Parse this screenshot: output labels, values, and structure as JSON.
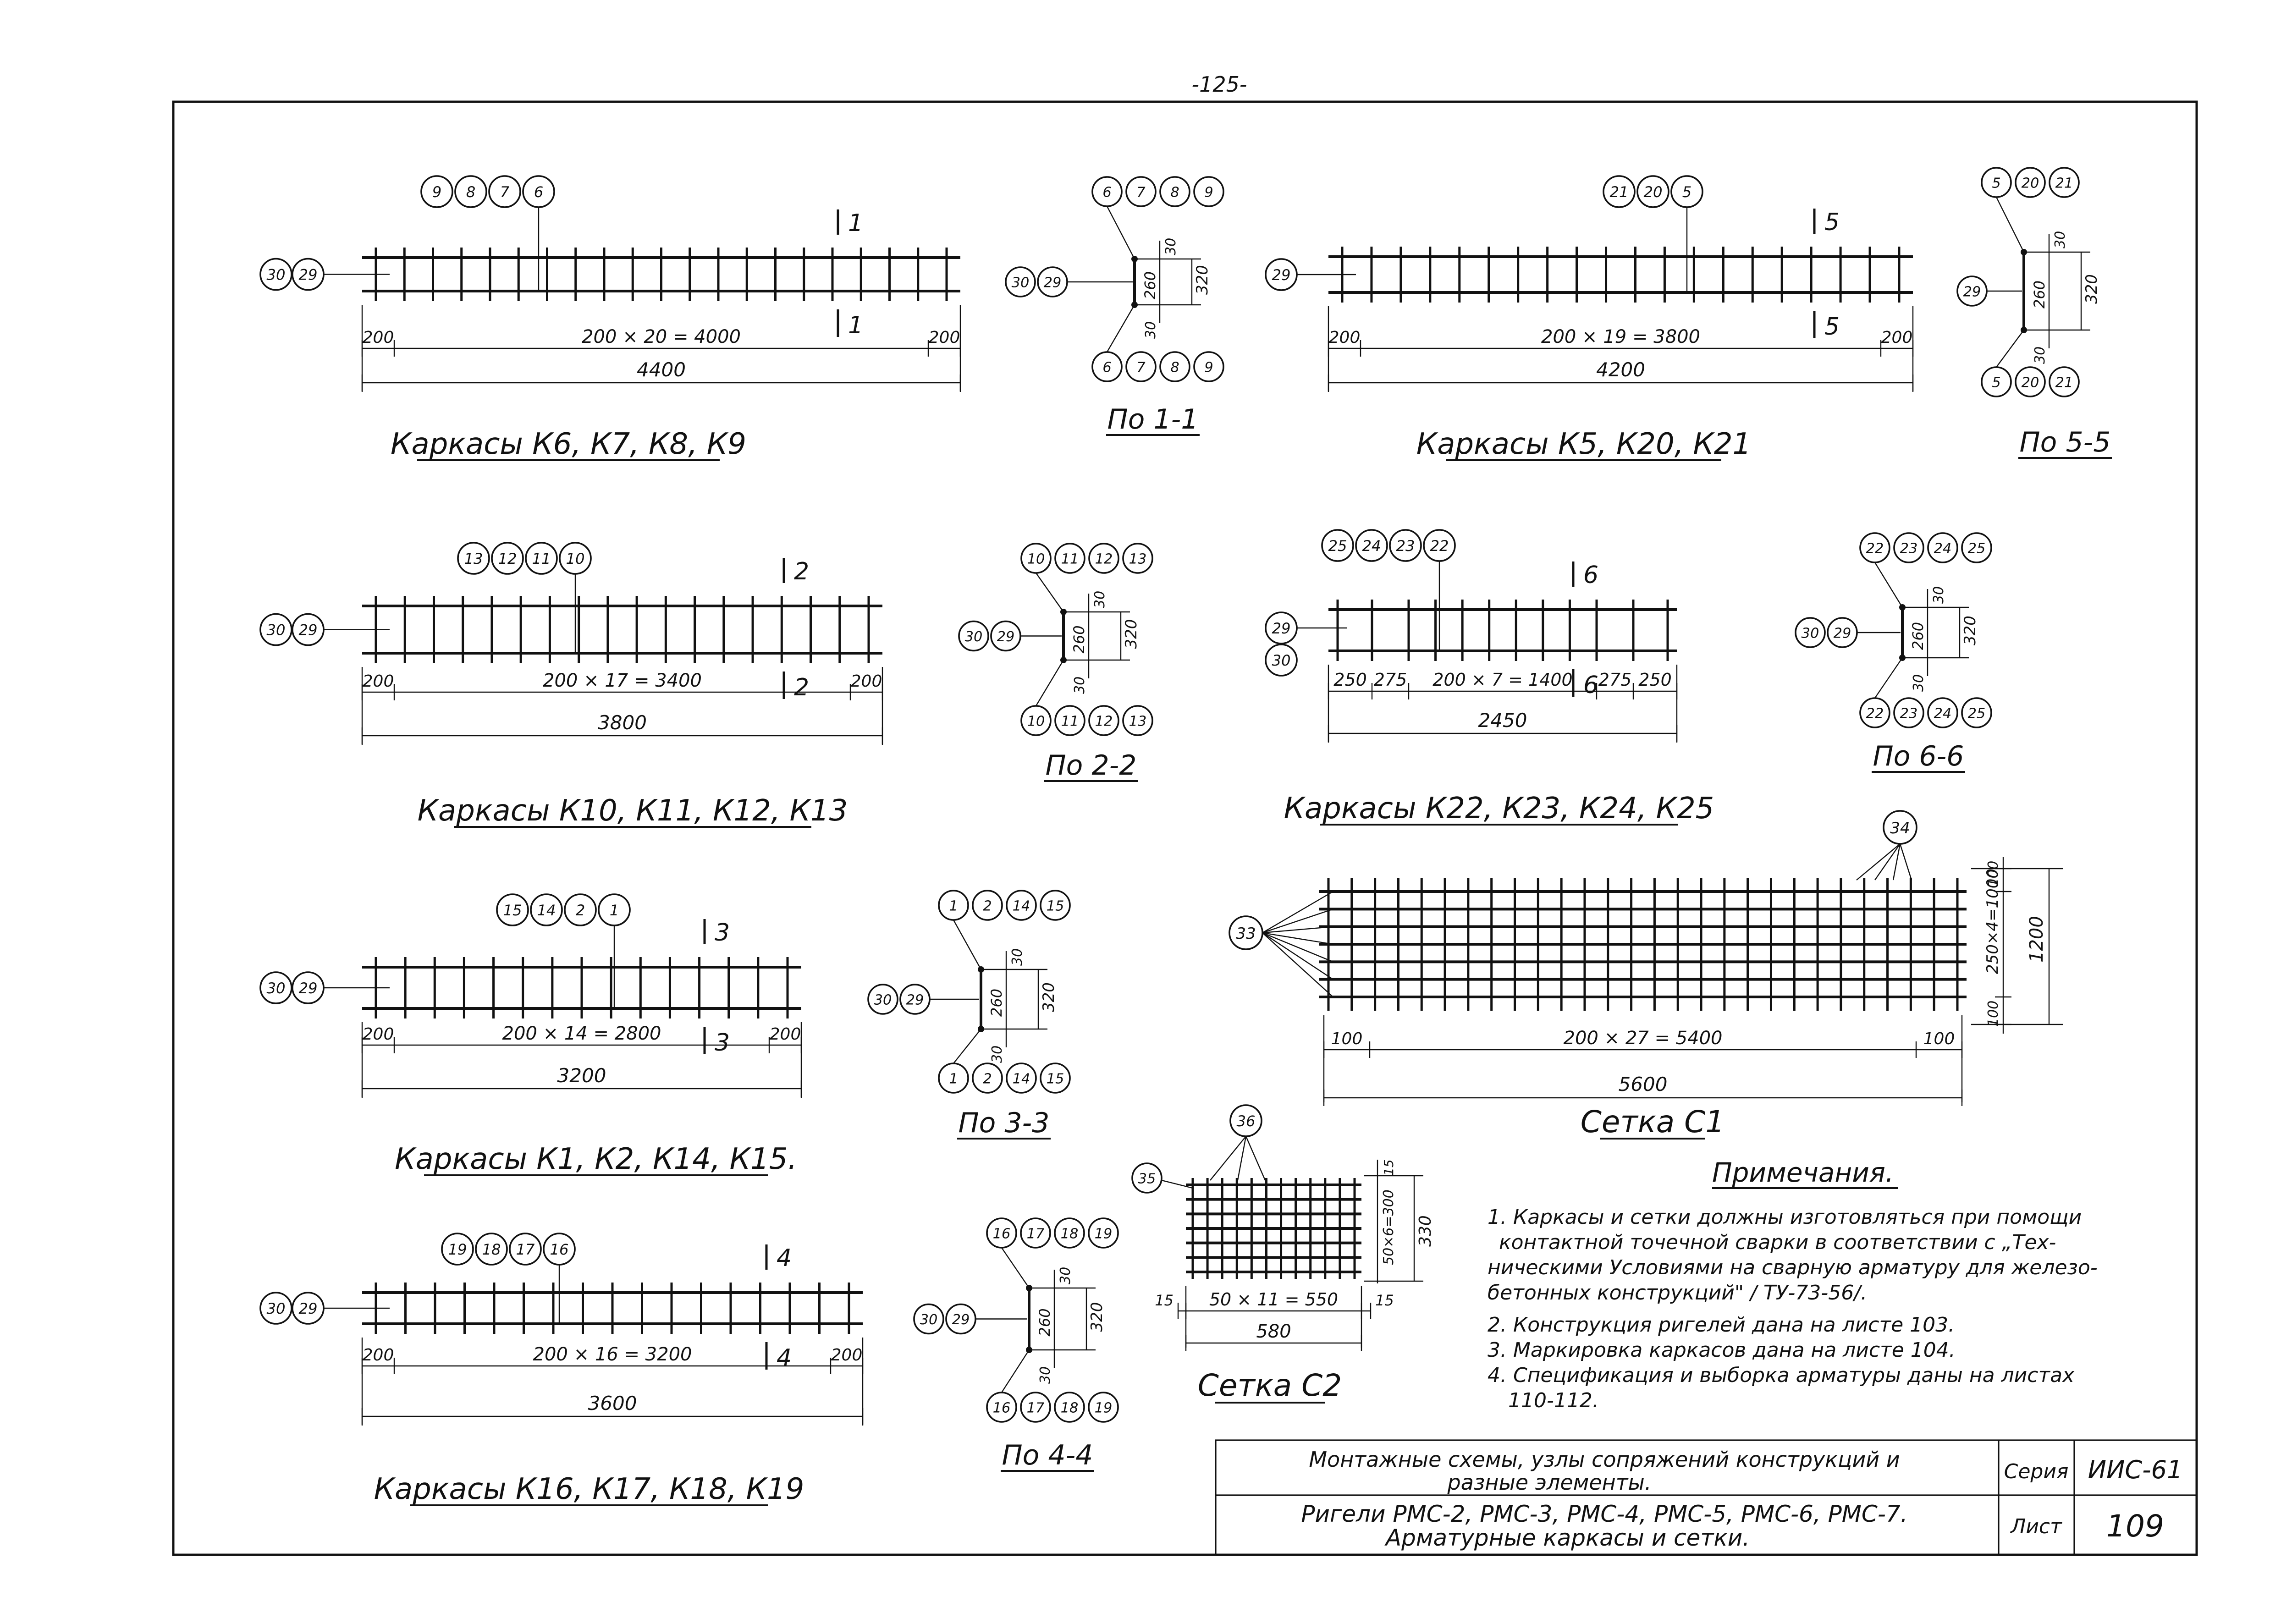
{
  "page_number": "-125-",
  "frames": [
    {
      "id": "k6",
      "left": "30",
      "leftb": "29",
      "top": [
        "9",
        "8",
        "7",
        "6"
      ],
      "sec": "1",
      "end1": "200",
      "mid": "200 × 20 = 4000",
      "end2": "200",
      "total": "4400",
      "caption": "Каркасы К6, К7, К8, К9"
    },
    {
      "id": "k10",
      "left": "30",
      "leftb": "29",
      "top": [
        "13",
        "12",
        "11",
        "10"
      ],
      "sec": "2",
      "end1": "200",
      "mid": "200 × 17 = 3400",
      "end2": "200",
      "total": "3800",
      "caption": "Каркасы К10, К11, К12, К13"
    },
    {
      "id": "k1",
      "left": "30",
      "leftb": "29",
      "top": [
        "15",
        "14",
        "2",
        "1"
      ],
      "sec": "3",
      "end1": "200",
      "mid": "200 × 14 = 2800",
      "end2": "200",
      "total": "3200",
      "caption": "Каркасы К1, К2, К14, К15."
    },
    {
      "id": "k16",
      "left": "30",
      "leftb": "29",
      "top": [
        "19",
        "18",
        "17",
        "16"
      ],
      "sec": "4",
      "end1": "200",
      "mid": "200 × 16 = 3200",
      "end2": "200",
      "total": "3600",
      "caption": "Каркасы К16, К17, К18, К19"
    },
    {
      "id": "k5",
      "left": "29",
      "top": [
        "21",
        "20",
        "5"
      ],
      "sec": "5",
      "end1": "200",
      "mid": "200 × 19 = 3800",
      "end2": "200",
      "total": "4200",
      "caption": "Каркасы К5, К20, К21"
    },
    {
      "id": "k22",
      "left": "29",
      "leftb": "30",
      "top": [
        "25",
        "24",
        "23",
        "22"
      ],
      "sec": "6",
      "d1": "250",
      "d2": "275",
      "mid": "200 × 7 = 1400",
      "d3": "275",
      "d4": "250",
      "total": "2450",
      "caption": "Каркасы К22, К23, К24, К25"
    }
  ],
  "sections": [
    {
      "id": "s1",
      "top": [
        "6",
        "7",
        "8",
        "9"
      ],
      "bottom": [
        "6",
        "7",
        "8",
        "9"
      ],
      "left": [
        "30",
        "29"
      ],
      "d30a": "30",
      "d260": "260",
      "d30b": "30",
      "d320": "320",
      "caption": "По 1-1"
    },
    {
      "id": "s2",
      "top": [
        "10",
        "11",
        "12",
        "13"
      ],
      "bottom": [
        "10",
        "11",
        "12",
        "13"
      ],
      "left": [
        "30",
        "29"
      ],
      "d30a": "30",
      "d260": "260",
      "d30b": "30",
      "d320": "320",
      "caption": "По 2-2"
    },
    {
      "id": "s3",
      "top": [
        "1",
        "2",
        "14",
        "15"
      ],
      "bottom": [
        "1",
        "2",
        "14",
        "15"
      ],
      "left": [
        "30",
        "29"
      ],
      "d30a": "30",
      "d260": "260",
      "d30b": "30",
      "d320": "320",
      "caption": "По 3-3"
    },
    {
      "id": "s4",
      "top": [
        "16",
        "17",
        "18",
        "19"
      ],
      "bottom": [
        "16",
        "17",
        "18",
        "19"
      ],
      "left": [
        "30",
        "29"
      ],
      "d30a": "30",
      "d260": "260",
      "d30b": "30",
      "d320": "320",
      "caption": "По 4-4"
    },
    {
      "id": "s5",
      "top": [
        "5",
        "20",
        "21"
      ],
      "bottom": [
        "5",
        "20",
        "21"
      ],
      "left": [
        "29"
      ],
      "d30a": "30",
      "d260": "260",
      "d30b": "30",
      "d320": "320",
      "caption": "По 5-5"
    },
    {
      "id": "s6",
      "top": [
        "22",
        "23",
        "24",
        "25"
      ],
      "bottom": [
        "22",
        "23",
        "24",
        "25"
      ],
      "left": [
        "30",
        "29"
      ],
      "d30a": "30",
      "d260": "260",
      "d30b": "30",
      "d320": "320",
      "caption": "По 6-6"
    }
  ],
  "mesh_c1": {
    "bar_long": "33",
    "bar_cross": "34",
    "end1": "100",
    "mid": "200 × 27 = 5400",
    "end2": "100",
    "total": "5600",
    "v1": "100",
    "vmid": "250×4=1000",
    "v2": "100",
    "vtotal": "1200",
    "caption": "Сетка С1"
  },
  "mesh_c2": {
    "bar_a": "35",
    "bar_b": "36",
    "e1": "15",
    "mid": "50 × 11 = 550",
    "e2": "15",
    "total": "580",
    "v1": "15",
    "vmid": "50×6=300",
    "vtotal": "330",
    "caption": "Сетка С2"
  },
  "notes": {
    "title": "Примечания.",
    "lines": [
      "1. Каркасы и сетки должны изготовляться при помощи",
      "контактной точечной сварки в соответствии с „Тех-",
      "ническими Условиями на сварную арматуру для железо-",
      "бетонных конструкций\" / ТУ-73-56/.",
      "2. Конструкция ригелей дана на листе 103.",
      "3. Маркировка каркасов дана на листе 104.",
      "4. Спецификация и выборка арматуры даны на листах",
      "110-112."
    ]
  },
  "title_block": {
    "row1": "Монтажные схемы, узлы сопряжений конструкций и",
    "row1b": "разные элементы.",
    "row2": "Ригели РМС-2, РМС-3, РМС-4, РМС-5, РМС-6, РМС-7.",
    "row2b": "Арматурные каркасы и сетки.",
    "series_label": "Серия",
    "series_value": "ИИС-61",
    "sheet_label": "Лист",
    "sheet_value": "109"
  }
}
